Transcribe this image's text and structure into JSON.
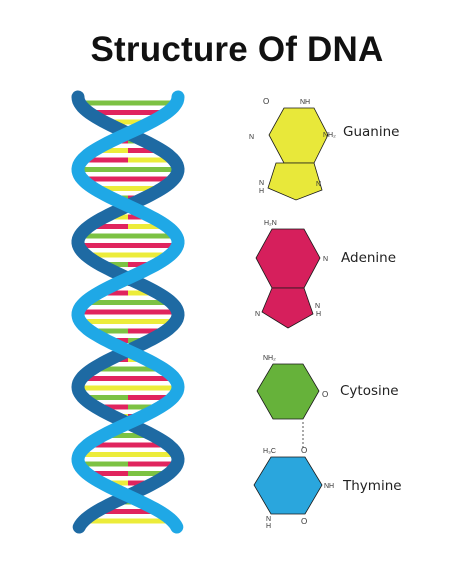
{
  "title": "Structure Of DNA",
  "colors": {
    "backbone_light": "#1fa8e6",
    "backbone_dark": "#1e6aa3",
    "guanine": "#e8e83a",
    "adenine": "#d61f5c",
    "cytosine": "#66b23a",
    "thymine": "#2aa6dd",
    "rung_green": "#7cc243",
    "rung_red": "#e0245e",
    "rung_yellow": "#ecec3a"
  },
  "bases": [
    {
      "name": "Guanine",
      "shape": "hexagon-pentagon",
      "color": "#e8e83a",
      "atoms": {
        "top_left": "O",
        "top_right": "NH",
        "left": "N",
        "right": "NH2",
        "bottom_left": "N\nH",
        "bottom_right": "N"
      }
    },
    {
      "name": "Adenine",
      "shape": "hexagon-pentagon",
      "color": "#d61f5c",
      "atoms": {
        "top_left": "H2N",
        "right": "N",
        "bottom_left": "N",
        "bottom_right": "N",
        "bottom_right_2": "N\nH"
      }
    },
    {
      "name": "Cytosine",
      "shape": "hexagon",
      "color": "#66b23a",
      "atoms": {
        "top_left": "NH2",
        "right": "O"
      }
    },
    {
      "name": "Thymine",
      "shape": "hexagon",
      "color": "#2aa6dd",
      "atoms": {
        "top_left": "H3C",
        "top_right": "O",
        "right": "NH",
        "bottom_left": "N\nH",
        "bottom_right": "O"
      }
    }
  ]
}
